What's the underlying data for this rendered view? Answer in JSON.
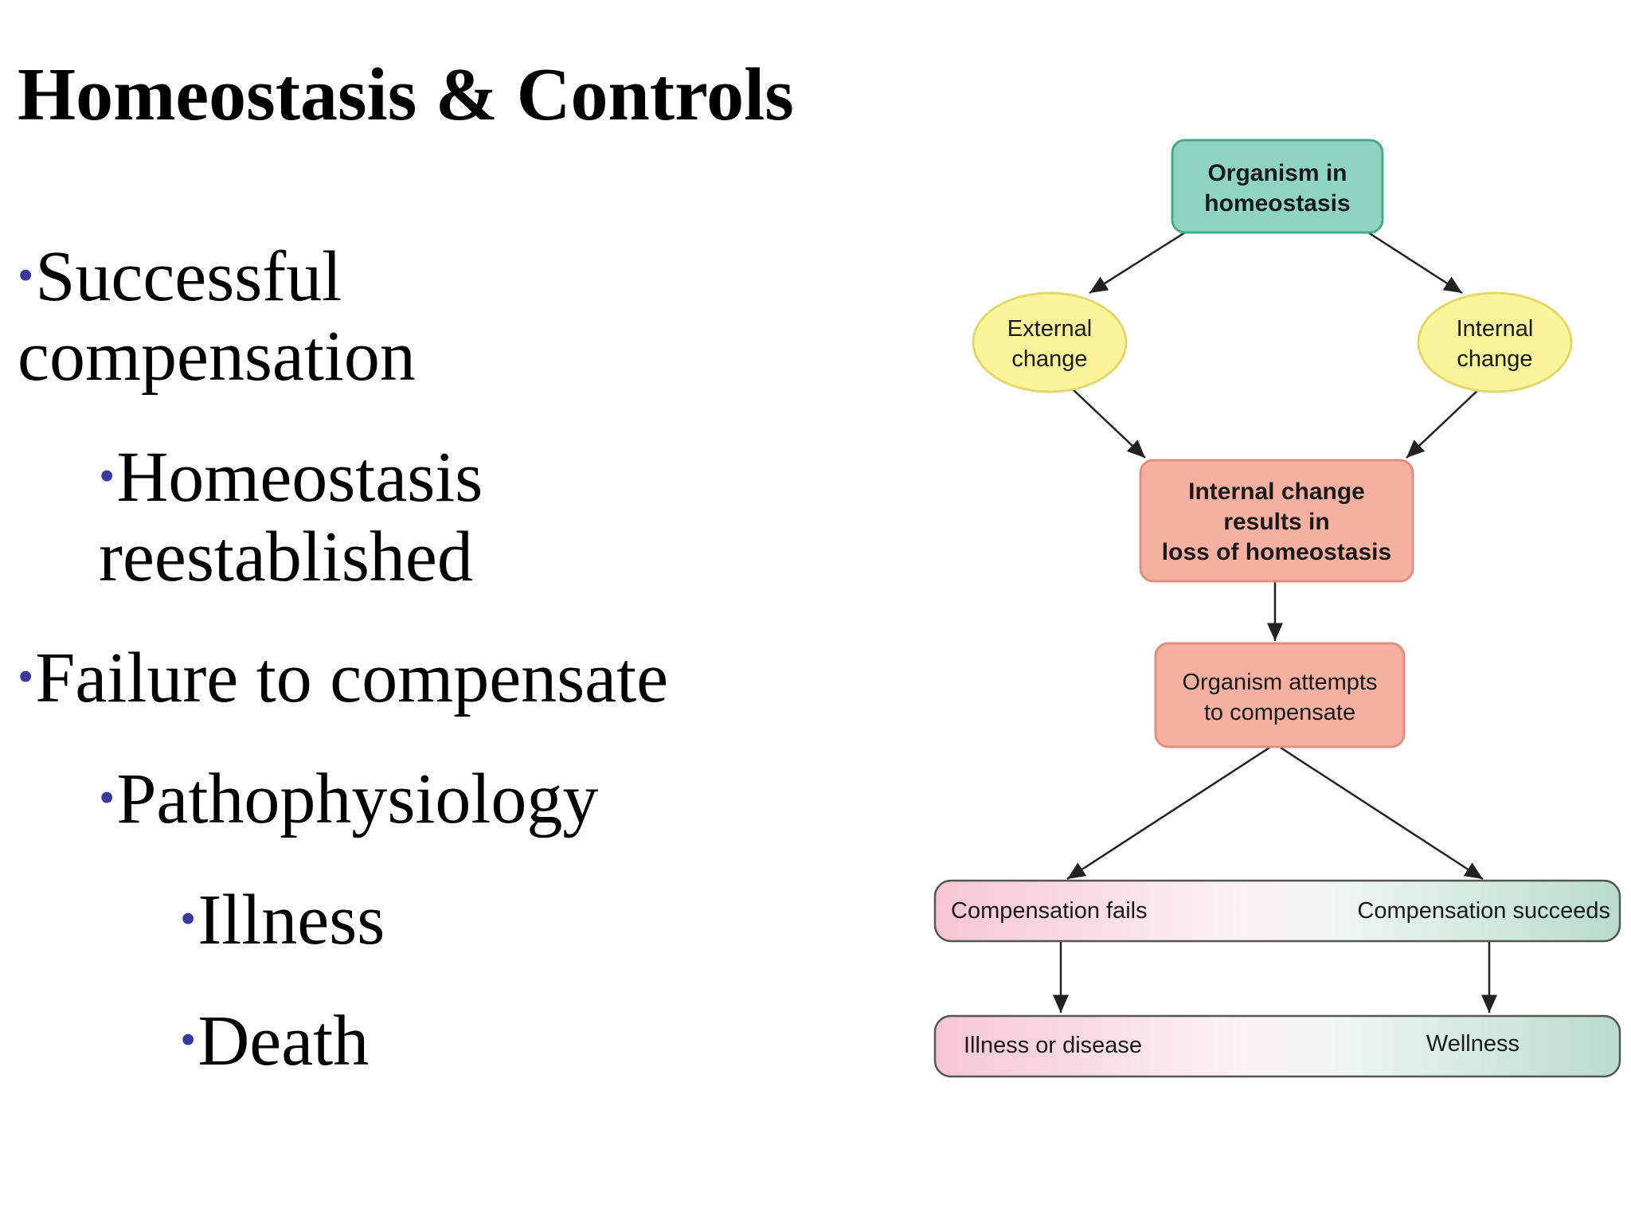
{
  "slide": {
    "title": "Homeostasis & Controls",
    "bullets": [
      {
        "text_line1": "Successful",
        "text_line2": "compensation"
      },
      {
        "text_line1": "Homeostasis",
        "text_line2": "reestablished"
      },
      {
        "text_line1": "Failure to compensate"
      },
      {
        "text_line1": "Pathophysiology"
      },
      {
        "text_line1": "Illness"
      },
      {
        "text_line1": "Death"
      }
    ],
    "bullet_symbol": "•"
  },
  "diagram": {
    "organism_line1": "Organism in",
    "organism_line2": "homeostasis",
    "external_line1": "External",
    "external_line2": "change",
    "internal_line1": "Internal",
    "internal_line2": "change",
    "loss_line1": "Internal change",
    "loss_line2": "results in",
    "loss_line3": "loss of homeostasis",
    "attempt_line1": "Organism attempts",
    "attempt_line2": "to compensate",
    "fails": "Compensation fails",
    "succeeds": "Compensation succeeds",
    "illness": "Illness or disease",
    "wellness": "Wellness",
    "colors": {
      "teal_fill": "#8fd3c1",
      "teal_stroke": "#4aa88e",
      "yellow_fill": "#fbf49a",
      "yellow_stroke": "#e2d86a",
      "salmon_fill": "#f6b0a2",
      "salmon_stroke": "#e08e80",
      "pink": "#f7c6d3",
      "green": "#b9dccb"
    }
  }
}
